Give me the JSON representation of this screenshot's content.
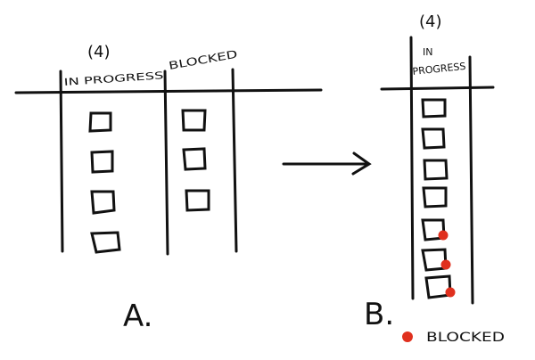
{
  "diagram_a": {
    "wip_limit": "(4)",
    "in_progress_label": "IN PROGRESS",
    "blocked_label": "BLOCKED",
    "caption": "A."
  },
  "diagram_b": {
    "wip_limit": "(4)",
    "in_progress_label_line1": "IN",
    "in_progress_label_line2": "PROGRESS",
    "caption": "B."
  },
  "legend": {
    "blocked_label": "BLOCKED",
    "marker_color": "#e0301e"
  },
  "colors": {
    "ink": "#111111",
    "blocked_marker": "#e0301e"
  }
}
